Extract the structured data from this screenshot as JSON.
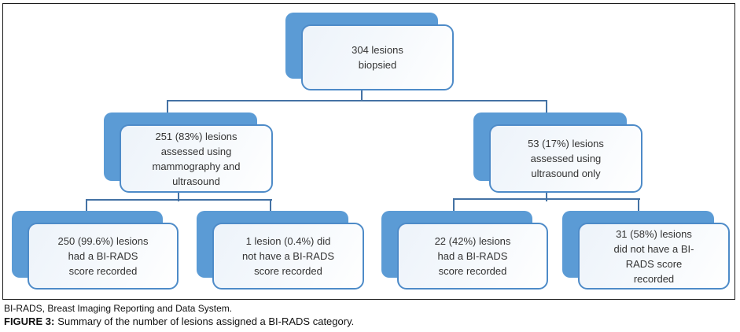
{
  "colors": {
    "shadow_blue": "#5b9bd5",
    "card_border": "#4e8bc8",
    "card_fill_light": "#edf3fa",
    "connector": "#4472a4",
    "frame_border": "#1b1b1b",
    "text": "#333333"
  },
  "nodes": {
    "root": {
      "lines": [
        "304 lesions",
        "biopsied"
      ]
    },
    "mammo_us": {
      "lines": [
        "251 (83%) lesions",
        "assessed using",
        "mammography and",
        "ultrasound"
      ]
    },
    "us_only": {
      "lines": [
        "53 (17%) lesions",
        "assessed using",
        "ultrasound only"
      ]
    },
    "mammo_us_scored": {
      "lines": [
        "250 (99.6%) lesions",
        "had a BI-RADS",
        "score recorded"
      ]
    },
    "mammo_us_unscored": {
      "lines": [
        "1 lesion (0.4%) did",
        "not have a BI-RADS",
        "score recorded"
      ]
    },
    "us_only_scored": {
      "lines": [
        "22 (42%) lesions",
        "had a BI-RADS",
        "score recorded"
      ]
    },
    "us_only_unscored": {
      "lines": [
        "31 (58%) lesions",
        "did not have a BI-",
        "RADS score",
        "recorded"
      ]
    }
  },
  "caption": {
    "footnote": "BI-RADS, Breast Imaging Reporting and Data System.",
    "figure_label": "FIGURE 3:",
    "figure_text": "Summary of the number of lesions assigned a BI-RADS category."
  }
}
